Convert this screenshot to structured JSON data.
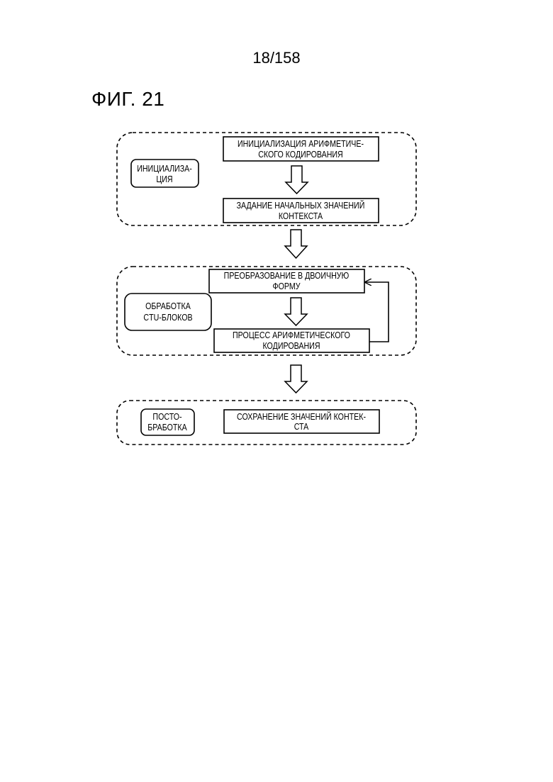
{
  "page_number": "18/158",
  "figure_label": "ФИГ. 21",
  "stages": [
    {
      "label": [
        "ИНИЦИАЛИЗА-",
        "ЦИЯ"
      ],
      "steps": [
        [
          "ИНИЦИАЛИЗАЦИЯ АРИФМЕТИЧЕ-",
          "СКОГО КОДИРОВАНИЯ"
        ],
        [
          "ЗАДАНИЕ НАЧАЛЬНЫХ ЗНАЧЕНИЙ",
          "КОНТЕКСТА"
        ]
      ]
    },
    {
      "label": [
        "ОБРАБОТКА",
        "CTU-БЛОКОВ"
      ],
      "steps": [
        [
          "ПРЕОБРАЗОВАНИЕ В ДВОИЧНУЮ",
          "ФОРМУ"
        ],
        [
          "ПРОЦЕСС АРИФМЕТИЧЕСКОГО",
          "КОДИРОВАНИЯ"
        ]
      ]
    },
    {
      "label": [
        "ПОСТО-",
        "БРАБОТКА"
      ],
      "steps": [
        [
          "СОХРАНЕНИЕ ЗНАЧЕНИЙ КОНТЕК-",
          "СТА"
        ]
      ]
    }
  ]
}
